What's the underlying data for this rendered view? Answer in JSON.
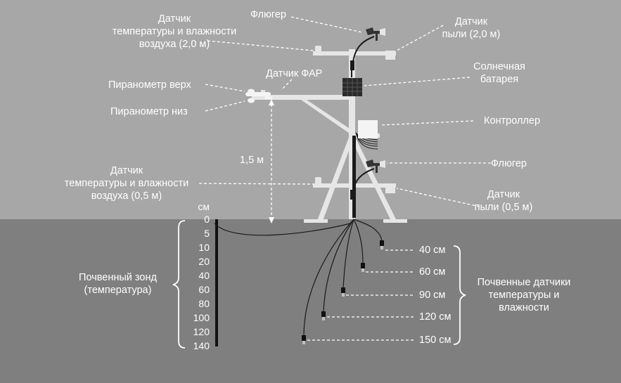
{
  "labels": {
    "temp_hum_top": [
      "Датчик",
      "температуры и влажности",
      "воздуха (2,0 м)"
    ],
    "vane_top": "Флюгер",
    "dust_top": [
      "Датчик",
      "пыли (2,0 м)"
    ],
    "par": "Датчик ФАР",
    "pyr_up": "Пиранометр верх",
    "pyr_down": "Пиранометр низ",
    "solar": [
      "Солнечная",
      "батарея"
    ],
    "controller": "Контроллер",
    "height": "1,5 м",
    "vane_bottom": "Флюгер",
    "temp_hum_bottom": [
      "Датчик",
      "температуры и влажности",
      "воздуха (0,5 м)"
    ],
    "dust_bottom": [
      "Датчик",
      "пыли (0,5 м)"
    ],
    "soil_probe": [
      "Почвенный зонд",
      "(температура)"
    ],
    "soil_sensors": [
      "Почвенные датчики",
      "температуры и",
      "влажности"
    ]
  },
  "probe_scale": {
    "unit": "см",
    "ticks": [
      "0",
      "5",
      "10",
      "20",
      "40",
      "60",
      "80",
      "100",
      "120",
      "140"
    ]
  },
  "depths": [
    "40 см",
    "60 см",
    "90 см",
    "120 см",
    "150 см"
  ],
  "colors": {
    "sky": "#a7a7a7",
    "soil": "#7f7f7f",
    "frame": "#e6e6e6",
    "text": "#ffffff",
    "cable": "#1a1a1a"
  }
}
